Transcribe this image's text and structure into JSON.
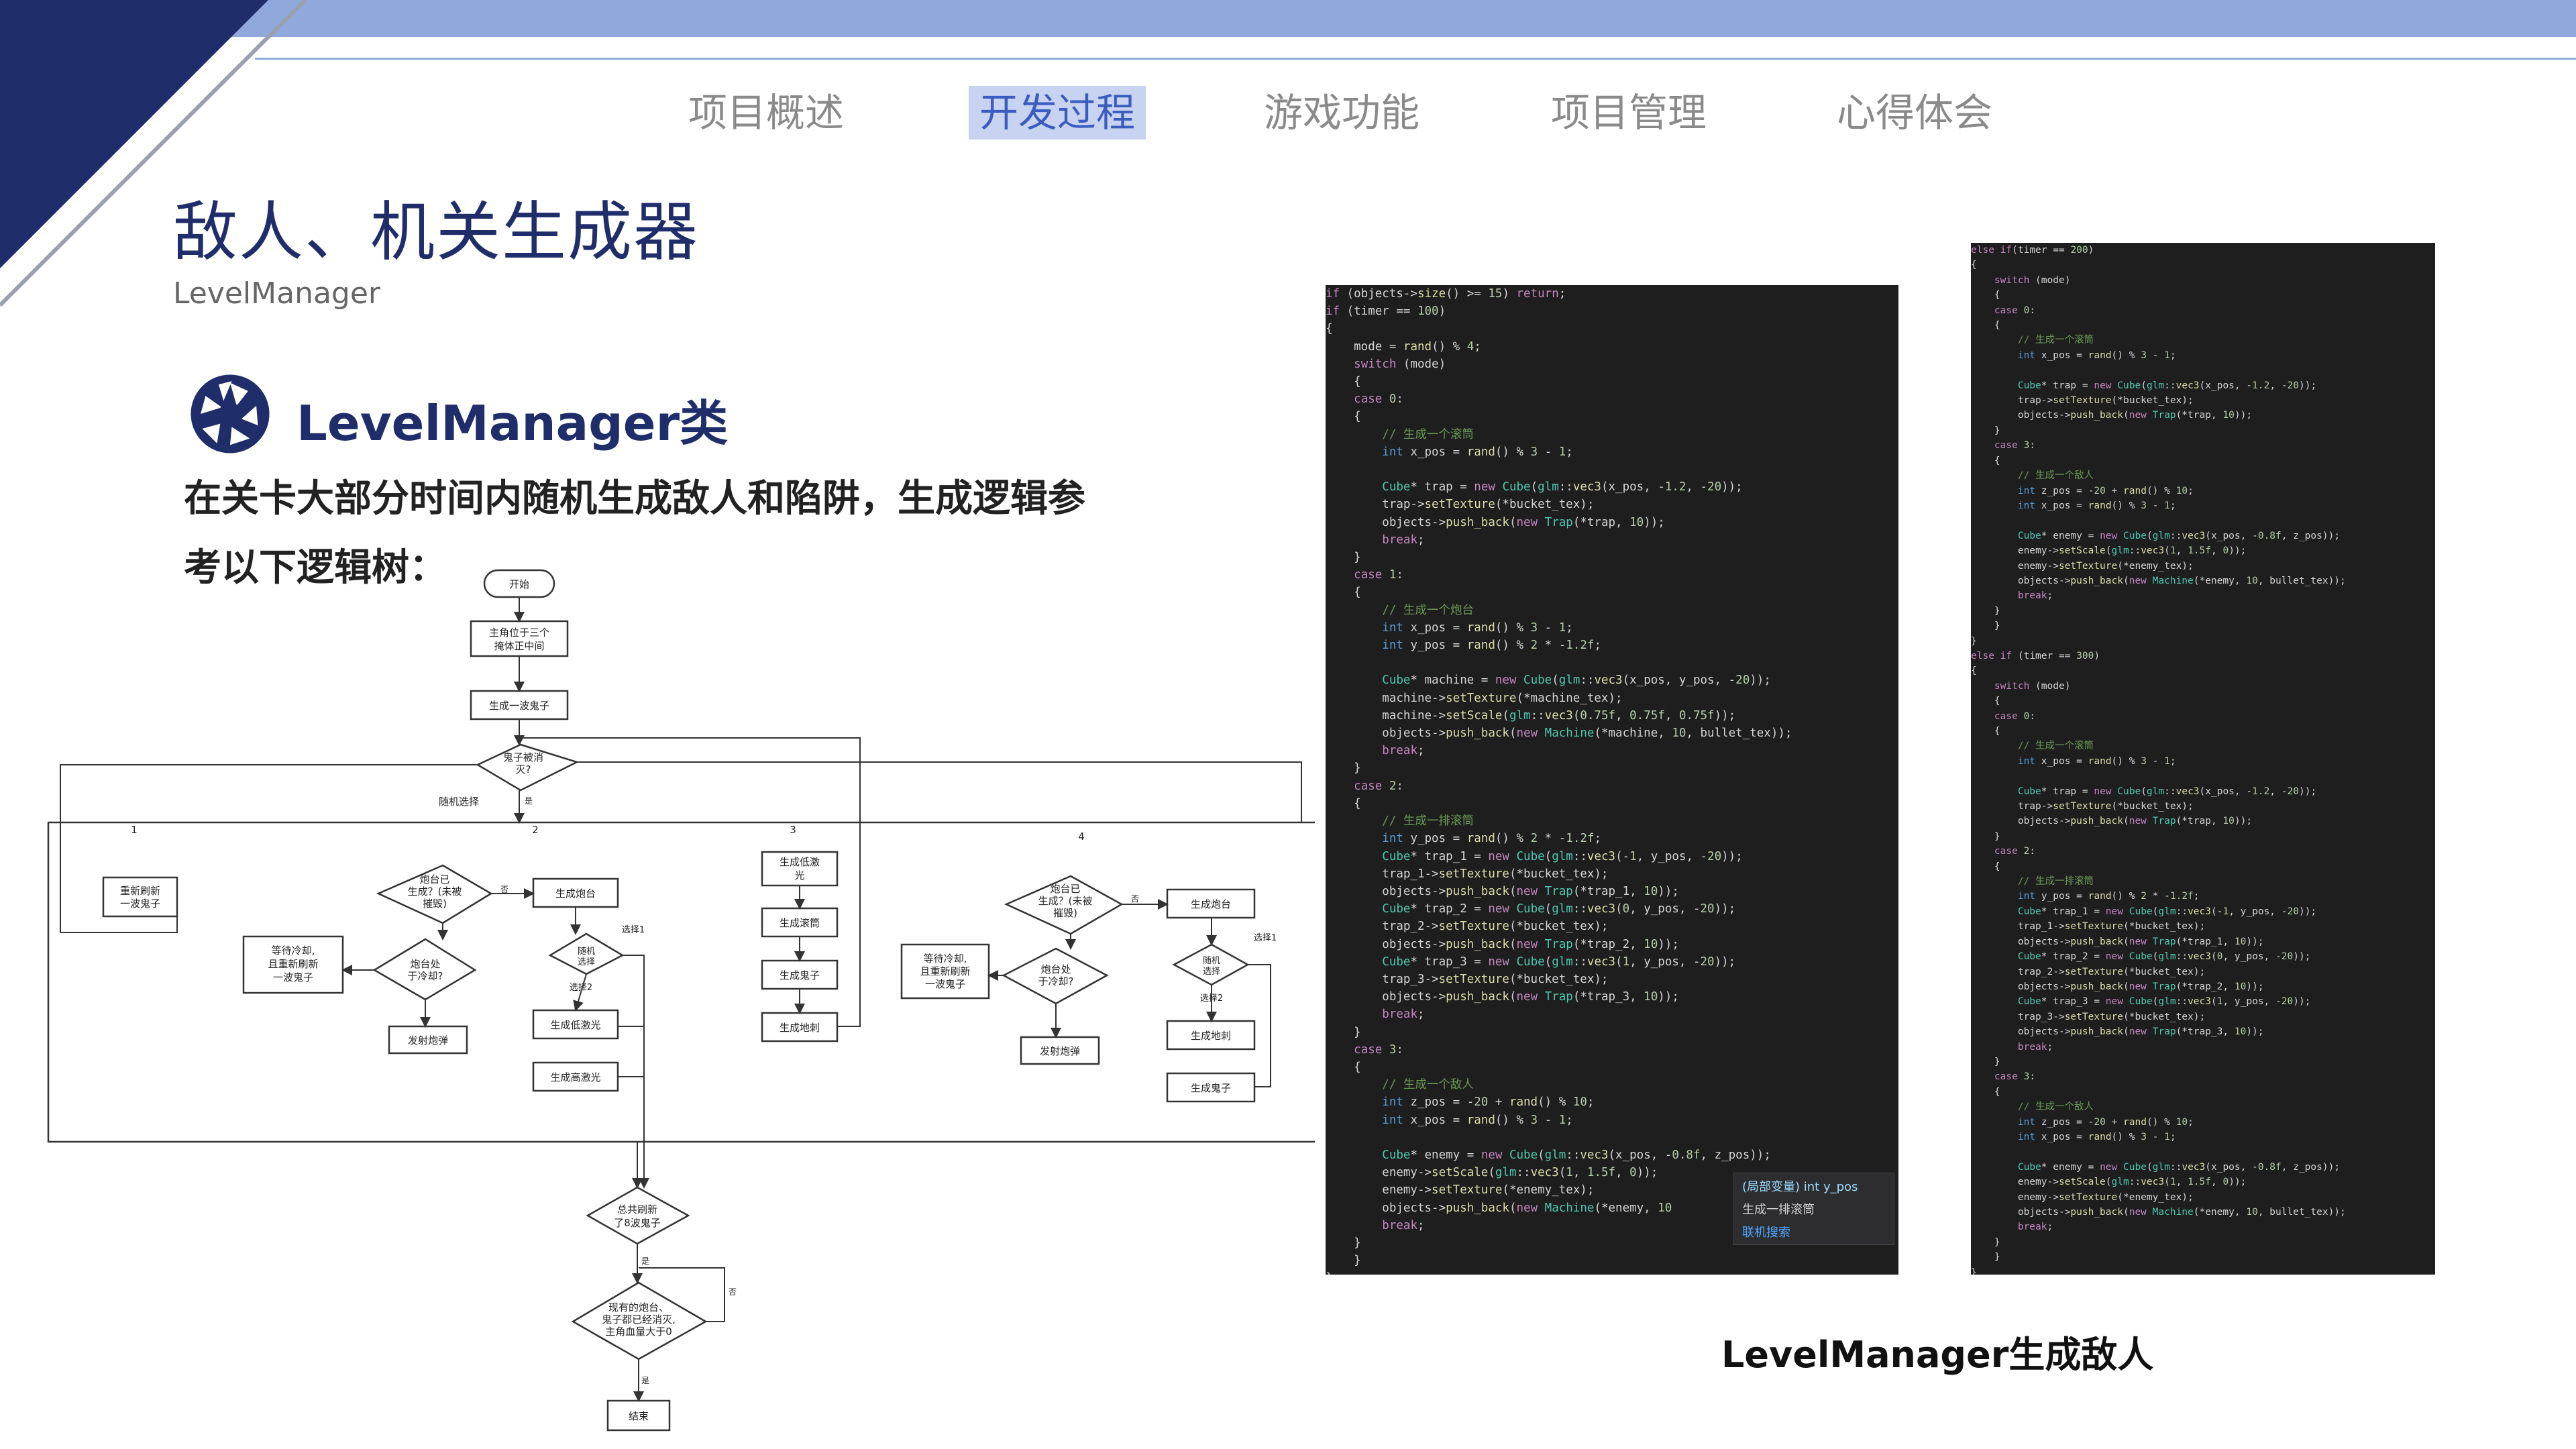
{
  "nav": {
    "tabs": [
      "项目概述",
      "开发过程",
      "游戏功能",
      "项目管理",
      "心得体会"
    ],
    "active": "开发过程"
  },
  "header": {
    "title": "敌人、机关生成器",
    "subtitle": "LevelManager"
  },
  "section": {
    "heading": "LevelManager类",
    "line1": "在关卡大部分时间内随机生成敌人和陷阱，生成逻辑参",
    "line2": "考以下逻辑树："
  },
  "flowchart": {
    "start": "开始",
    "player_pos": [
      "主角位于三个",
      "掩体正中间"
    ],
    "spawn_wave": "生成一波鬼子",
    "eliminated": [
      "鬼子被消",
      "灭?"
    ],
    "random_select": "随机选择",
    "yes": "是",
    "no": "否",
    "branch_labels": [
      "1",
      "2",
      "3",
      "4"
    ],
    "refresh_wave": [
      "重新刷新",
      "一波鬼子"
    ],
    "turret_spawned": [
      "炮台已",
      "生成？(未被",
      "摧毁)"
    ],
    "spawn_turret": "生成炮台",
    "turret_cooling": [
      "炮台处",
      "于冷却?"
    ],
    "wait_cool": [
      "等待冷却,",
      "且重新刷新",
      "一波鬼子"
    ],
    "fire_shell": "发射炮弹",
    "random": [
      "随机",
      "选择"
    ],
    "choice1": "选择1",
    "choice2": "选择2",
    "low_laser": "生成低激光",
    "high_laser": "生成高激光",
    "low_laser_b3": [
      "生成低激",
      "光"
    ],
    "spawn_roller": "生成滚筒",
    "spawn_ghost": "生成鬼子",
    "spawn_spike": "生成地刺",
    "total_waves": [
      "总共刷新",
      "了8波鬼子"
    ],
    "final_check": [
      "现有的炮台、",
      "鬼子都已经消灭,",
      "主角血量大于0"
    ],
    "end": "结束"
  },
  "code_left": [
    "if (objects->size() >= 15) return;",
    "if (timer == 100)",
    "{",
    "    mode = rand() % 4;",
    "    switch (mode)",
    "    {",
    "    case 0:",
    "    {",
    "        // 生成一个滚筒",
    "        int x_pos = rand() % 3 - 1;",
    "",
    "        Cube* trap = new Cube(glm::vec3(x_pos, -1.2, -20));",
    "        trap->setTexture(*bucket_tex);",
    "        objects->push_back(new Trap(*trap, 10));",
    "        break;",
    "    }",
    "    case 1:",
    "    {",
    "        // 生成一个炮台",
    "        int x_pos = rand() % 3 - 1;",
    "        int y_pos = rand() % 2 * -1.2f;",
    "",
    "        Cube* machine = new Cube(glm::vec3(x_pos, y_pos, -20));",
    "        machine->setTexture(*machine_tex);",
    "        machine->setScale(glm::vec3(0.75f, 0.75f, 0.75f));",
    "        objects->push_back(new Machine(*machine, 10, bullet_tex));",
    "        break;",
    "    }",
    "    case 2:",
    "    {",
    "        // 生成一排滚筒",
    "        int y_pos = rand() % 2 * -1.2f;",
    "        Cube* trap_1 = new Cube(glm::vec3(-1, y_pos, -20));",
    "        trap_1->setTexture(*bucket_tex);",
    "        objects->push_back(new Trap(*trap_1, 10));",
    "        Cube* trap_2 = new Cube(glm::vec3(0, y_pos, -20));",
    "        trap_2->setTexture(*bucket_tex);",
    "        objects->push_back(new Trap(*trap_2, 10));",
    "        Cube* trap_3 = new Cube(glm::vec3(1, y_pos, -20));",
    "        trap_3->setTexture(*bucket_tex);",
    "        objects->push_back(new Trap(*trap_3, 10));",
    "        break;",
    "    }",
    "    case 3:",
    "    {",
    "        // 生成一个敌人",
    "        int z_pos = -20 + rand() % 10;",
    "        int x_pos = rand() % 3 - 1;",
    "",
    "        Cube* enemy = new Cube(glm::vec3(x_pos, -0.8f, z_pos));",
    "        enemy->setScale(glm::vec3(1, 1.5f, 0));",
    "        enemy->setTexture(*enemy_tex);",
    "        objects->push_back(new Machine(*enemy, 10",
    "        break;",
    "    }",
    "    }",
    "}"
  ],
  "code_right": [
    "else if(timer == 200)",
    "{",
    "    switch (mode)",
    "    {",
    "    case 0:",
    "    {",
    "        // 生成一个滚筒",
    "        int x_pos = rand() % 3 - 1;",
    "",
    "        Cube* trap = new Cube(glm::vec3(x_pos, -1.2, -20));",
    "        trap->setTexture(*bucket_tex);",
    "        objects->push_back(new Trap(*trap, 10));",
    "    }",
    "    case 3:",
    "    {",
    "        // 生成一个敌人",
    "        int z_pos = -20 + rand() % 10;",
    "        int x_pos = rand() % 3 - 1;",
    "",
    "        Cube* enemy = new Cube(glm::vec3(x_pos, -0.8f, z_pos));",
    "        enemy->setScale(glm::vec3(1, 1.5f, 0));",
    "        enemy->setTexture(*enemy_tex);",
    "        objects->push_back(new Machine(*enemy, 10, bullet_tex));",
    "        break;",
    "    }",
    "    }",
    "}",
    "else if (timer == 300)",
    "{",
    "    switch (mode)",
    "    {",
    "    case 0:",
    "    {",
    "        // 生成一个滚筒",
    "        int x_pos = rand() % 3 - 1;",
    "",
    "        Cube* trap = new Cube(glm::vec3(x_pos, -1.2, -20));",
    "        trap->setTexture(*bucket_tex);",
    "        objects->push_back(new Trap(*trap, 10));",
    "    }",
    "    case 2:",
    "    {",
    "        // 生成一排滚筒",
    "        int y_pos = rand() % 2 * -1.2f;",
    "        Cube* trap_1 = new Cube(glm::vec3(-1, y_pos, -20));",
    "        trap_1->setTexture(*bucket_tex);",
    "        objects->push_back(new Trap(*trap_1, 10));",
    "        Cube* trap_2 = new Cube(glm::vec3(0, y_pos, -20));",
    "        trap_2->setTexture(*bucket_tex);",
    "        objects->push_back(new Trap(*trap_2, 10));",
    "        Cube* trap_3 = new Cube(glm::vec3(1, y_pos, -20));",
    "        trap_3->setTexture(*bucket_tex);",
    "        objects->push_back(new Trap(*trap_3, 10));",
    "        break;",
    "    }",
    "    case 3:",
    "    {",
    "        // 生成一个敌人",
    "        int z_pos = -20 + rand() % 10;",
    "        int x_pos = rand() % 3 - 1;",
    "",
    "        Cube* enemy = new Cube(glm::vec3(x_pos, -0.8f, z_pos));",
    "        enemy->setScale(glm::vec3(1, 1.5f, 0));",
    "        enemy->setTexture(*enemy_tex);",
    "        objects->push_back(new Machine(*enemy, 10, bullet_tex));",
    "        break;",
    "    }",
    "    }",
    "}"
  ],
  "tooltip": {
    "line1": "(局部变量) int y_pos",
    "line2": "生成一排滚筒",
    "line3": "联机搜索"
  },
  "caption": "LevelManager生成敌人",
  "colors": {
    "accent": "#1f2d6b",
    "topbar": "#8fa9dd",
    "nav_active_bg": "#c7d3f1",
    "code_bg": "#1e1e1e"
  }
}
